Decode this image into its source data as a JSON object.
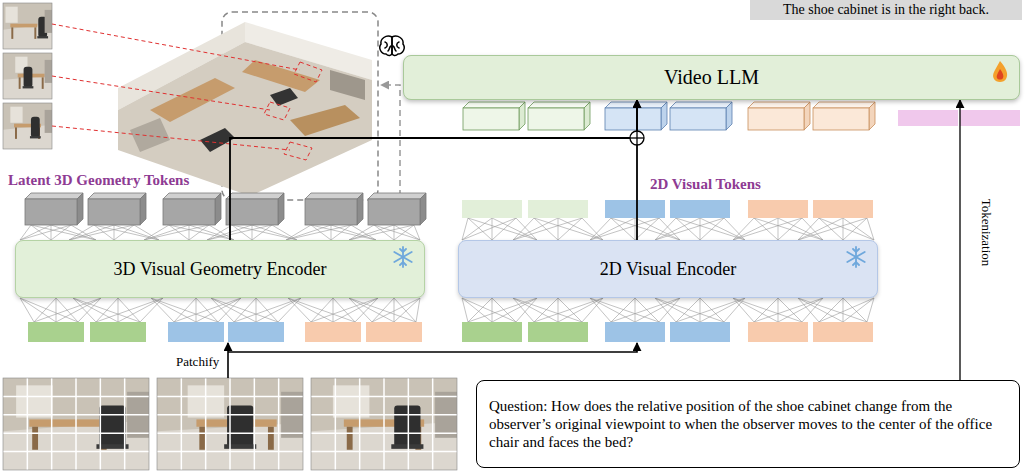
{
  "diagram": {
    "nodes": [
      {
        "text": [
          "The shoe cabinet is in the right back."
        ]
      },
      {
        "text": [
          "Video LLM"
        ]
      },
      {
        "text": [
          "3D Visual Geometry Encoder"
        ]
      },
      {
        "text": [
          "2D Visual Encoder"
        ]
      },
      {
        "text": [
          "Question: How does the relative position of the shoe cabinet change from the observer’s original viewpoint to when the observer moves to the center of the office chair and faces the bed?"
        ]
      }
    ],
    "edges": [
      {
        "from": 2,
        "to": 1,
        "arrow": "to"
      },
      {
        "from": 3,
        "to": 1,
        "arrow": "to"
      },
      {
        "from": 4,
        "to": 1,
        "arrow": "to",
        "label": "Tokenization"
      }
    ],
    "labels": [
      "Latent 3D Geometry Tokens",
      "2D Visual Tokens",
      "Patchify"
    ]
  }
}
